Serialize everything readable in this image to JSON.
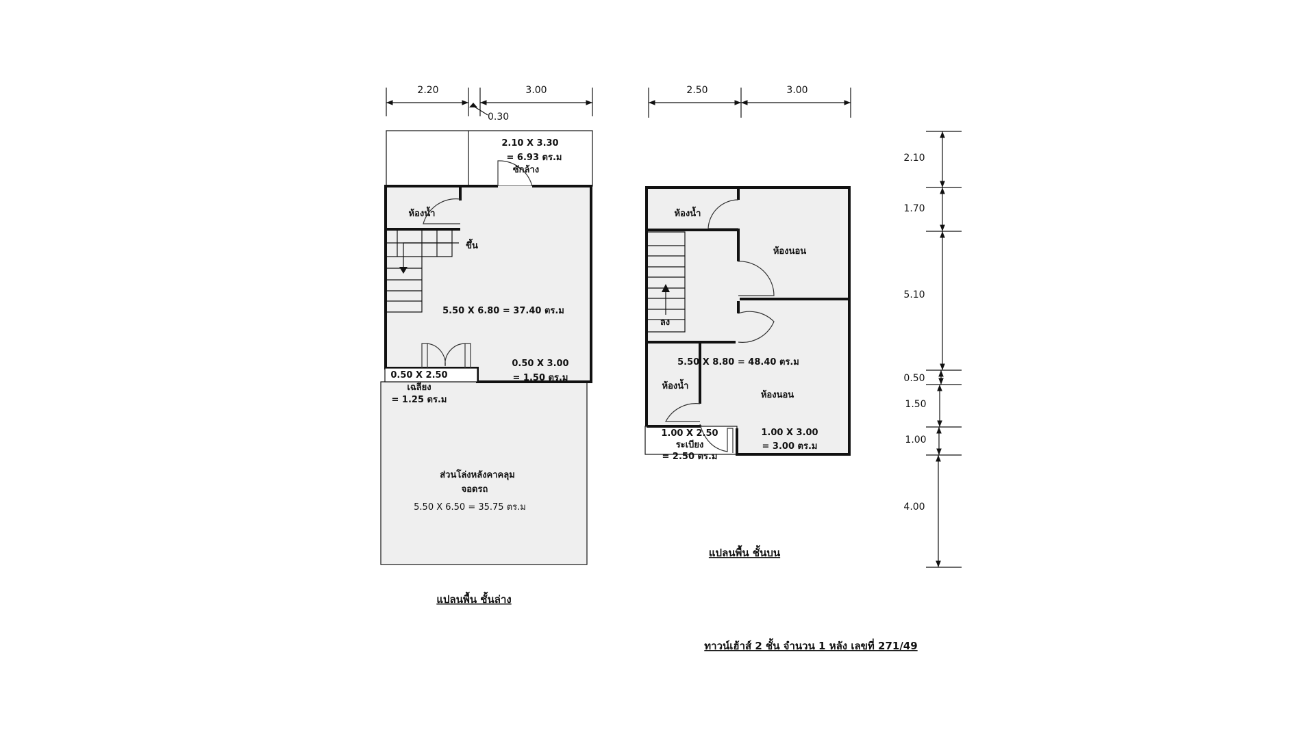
{
  "lower_plan": {
    "dims_top": [
      "2.20",
      "0.30",
      "3.00"
    ],
    "laundry": {
      "size": "2.10 X 3.30",
      "area": "= 6.93 ตร.ม",
      "name": "ซักล้าง"
    },
    "bathroom": "ห้องน้ำ",
    "stairs_up": "ขึ้น",
    "main_area": "5.50 X 6.80  = 37.40 ตร.ม",
    "porch": {
      "size": "0.50 X 2.50",
      "name": "เฉลียง",
      "area": "= 1.25 ตร.ม"
    },
    "strip": {
      "size": "0.50 X 3.00",
      "area": "= 1.50 ตร.ม"
    },
    "carport": {
      "name": "ส่วนโล่งหลังคาคลุม",
      "name2": "จอดรถ",
      "area": "5.50 X 6.50  = 35.75 ตร.ม"
    },
    "caption": "แปลนพื้น ชั้นล่าง"
  },
  "upper_plan": {
    "dims_top": [
      "2.50",
      "3.00"
    ],
    "bathroom1": "ห้องน้ำ",
    "bedroom1": "ห้องนอน",
    "stairs_down": "ลง",
    "main_area": "5.50 X 8.80  = 48.40 ตร.ม",
    "bathroom2": "ห้องน้ำ",
    "bedroom2": "ห้องนอน",
    "balcony": {
      "size": "1.00 X 2.50",
      "name": "ระเบียง",
      "area": "= 2.50 ตร.ม"
    },
    "strip": {
      "size": "1.00 X 3.00",
      "area": "= 3.00 ตร.ม"
    },
    "caption": "แปลนพื้น ชั้นบน"
  },
  "side_dims": [
    "2.10",
    "1.70",
    "5.10",
    "0.50",
    "1.50",
    "1.00",
    "4.00"
  ],
  "title": "ทาวน์เฮ้าส์ 2 ชั้น จำนวน 1 หลัง เลขที่ 271/49"
}
